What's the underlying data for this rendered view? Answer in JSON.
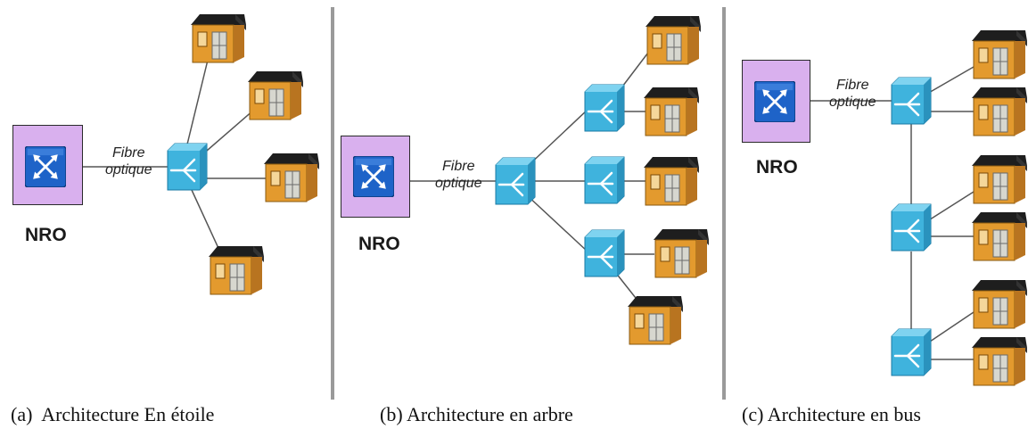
{
  "panels": [
    {
      "id": "a",
      "caption": "(a)  Architecture En étoile",
      "nro_label": "NRO",
      "fibre_label_line1": "Fibre",
      "fibre_label_line2": "optique"
    },
    {
      "id": "b",
      "caption": "(b) Architecture en arbre",
      "nro_label": "NRO",
      "fibre_label_line1": "Fibre",
      "fibre_label_line2": "optique"
    },
    {
      "id": "c",
      "caption": "(c) Architecture en bus",
      "nro_label": "NRO",
      "fibre_label_line1": "Fibre",
      "fibre_label_line2": "optique"
    }
  ],
  "colors": {
    "nro_box": "#d9b0ee",
    "nro_switch": "#1e63c8",
    "splitter": "#3fb3dd",
    "house_wall": "#e39a2e",
    "house_roof": "#1e1e1e",
    "link": "#555555",
    "divider": "#9a9a9a"
  }
}
